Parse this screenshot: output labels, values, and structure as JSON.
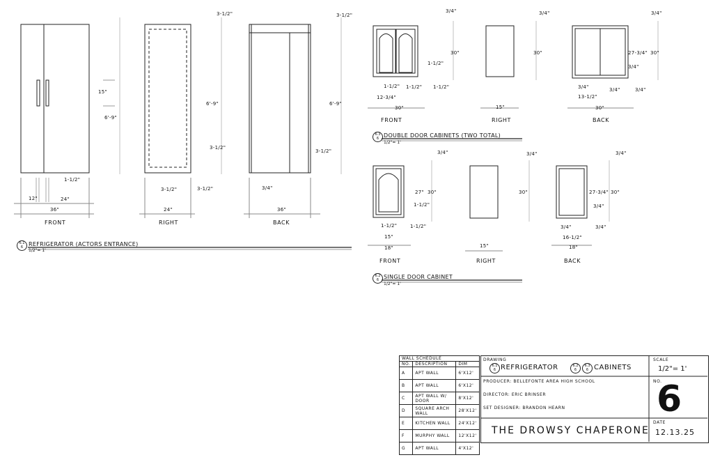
{
  "refrigerator": {
    "views": [
      "FRONT",
      "RIGHT",
      "BACK"
    ],
    "dims": {
      "front_handle": "15\"",
      "front_height": "6'-9\"",
      "front_inset": "1-1/2\"",
      "front_12": "12\"",
      "front_24": "24\"",
      "front_36": "36\"",
      "right_top": "3-1/2\"",
      "right_height": "6'-9\"",
      "right_bottom": "3-1/2\"",
      "right_l": "3-1/2\"",
      "right_r": "3-1/2\"",
      "right_24": "24\"",
      "back_top": "3-1/2\"",
      "back_height": "6'-9\"",
      "back_bottom": "3-1/2\"",
      "back_34": "3/4\"",
      "back_36": "36\""
    },
    "bubble_top": "6.1",
    "bubble_bottom": "6",
    "title": "REFRIGERATOR (ACTORS ENTRANCE)",
    "scale": "1/2\"= 1'"
  },
  "double_cabinet": {
    "views": [
      "FRONT",
      "RIGHT",
      "BACK"
    ],
    "dims": {
      "f_top": "3/4\"",
      "f_30": "30\"",
      "f_112": "1-1/2\"",
      "f_a": "1-1/2\"",
      "f_b": "1-1/2\"",
      "f_c": "1-1/2\"",
      "f_1234": "12-3/4\"",
      "f_w": "30\"",
      "r_top": "3/4\"",
      "r_30": "30\"",
      "r_15": "15\"",
      "b_top": "3/4\"",
      "b_2734": "27-3/4\"",
      "b_30": "30\"",
      "b_34": "3/4\"",
      "b_l": "3/4\"",
      "b_m": "3/4\"",
      "b_r": "3/4\"",
      "b_1312": "13-1/2\"",
      "b_w": "30\""
    },
    "bubble_top": "6.3",
    "bubble_bottom": "6",
    "title": "DOUBLE DOOR CABINETS (TWO TOTAL)",
    "scale": "1/2\"= 1'"
  },
  "single_cabinet": {
    "views": [
      "FRONT",
      "RIGHT",
      "BACK"
    ],
    "dims": {
      "f_top": "3/4\"",
      "f_27": "27\"",
      "f_30": "30\"",
      "f_112": "1-1/2\"",
      "f_l": "1-1/2\"",
      "f_r": "1-1/2\"",
      "f_15": "15\"",
      "f_18": "18\"",
      "r_top": "3/4\"",
      "r_30": "30\"",
      "r_15": "15\"",
      "b_top": "3/4\"",
      "b_2734": "27-3/4\"",
      "b_30": "30\"",
      "b_34": "3/4\"",
      "b_l": "3/4\"",
      "b_r": "3/4\"",
      "b_1612": "16-1/2\"",
      "b_18": "18\""
    },
    "bubble_top": "6.2",
    "bubble_bottom": "6",
    "title": "SINGLE DOOR CABINET",
    "scale": "1/2\"= 1'"
  },
  "wall_schedule": {
    "title": "WALL SCHEDULE",
    "headers": [
      "NO.",
      "DESCRIPTION",
      "DIM"
    ],
    "rows": [
      [
        "A",
        "APT WALL",
        "6'X12'"
      ],
      [
        "B",
        "APT WALL",
        "6'X12'"
      ],
      [
        "C",
        "APT WALL W/ DOOR",
        "8'X12'"
      ],
      [
        "D",
        "SQUARE ARCH WALL",
        "28'X12'"
      ],
      [
        "E",
        "KITCHEN WALL",
        "24'X12'"
      ],
      [
        "F",
        "MURPHY WALL",
        "12'X12'"
      ],
      [
        "G",
        "APT WALL",
        "4'X12'"
      ]
    ]
  },
  "title_block": {
    "drawing_label": "DRAWING",
    "drawing_1": "REFRIGERATOR",
    "drawing_1_bubble": "6.1",
    "drawing_2": "CABINETS",
    "drawing_2_bubbles": [
      "6.2",
      "6.3"
    ],
    "bubble_sheet": "6",
    "producer": "PRODUCER:  BELLEFONTE AREA HIGH SCHOOL",
    "director": "DIRECTOR:  ERIC BRINSER",
    "designer": "SET DESIGNER:  BRANDON HEARN",
    "show": "THE DROWSY CHAPERONE",
    "scale_label": "SCALE",
    "scale": "1/2\"= 1'",
    "no_label": "NO.",
    "no": "6",
    "date_label": "DATE",
    "date": "12.13.25"
  }
}
